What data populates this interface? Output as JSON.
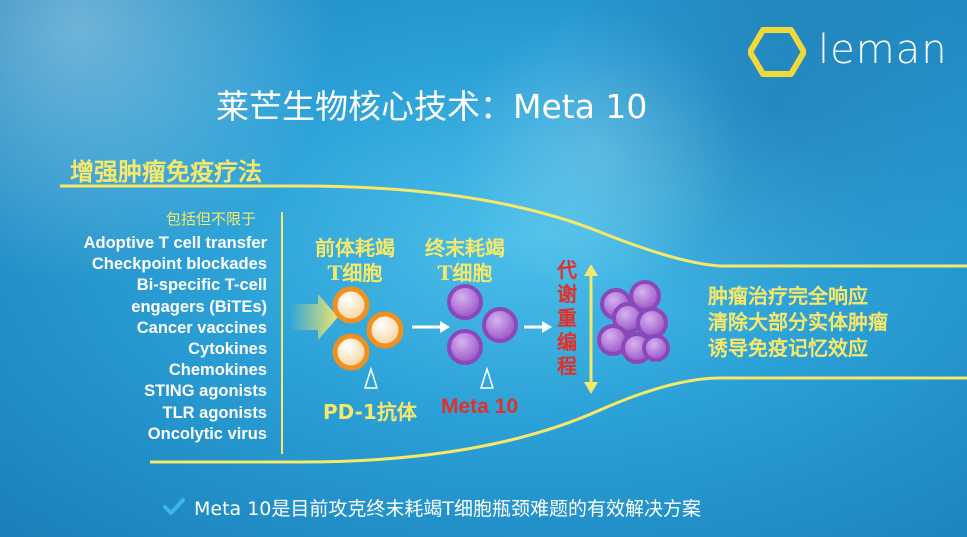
{
  "slide": {
    "title": "莱芒生物核心技术：Meta 10",
    "logo_text": "leman"
  },
  "left_panel": {
    "heading": "增强肿瘤免疫疗法",
    "subheading": "包括但不限于",
    "items": [
      "Adoptive T cell transfer",
      "Checkpoint blockades",
      "Bi-specific T-cell",
      "engagers (BiTEs)",
      "Cancer vaccines",
      "Cytokines",
      "Chemokines",
      "STING agonists",
      "TLR agonists",
      "Oncolytic virus"
    ]
  },
  "diagram": {
    "precursor_label_line1": "前体耗竭",
    "precursor_label_line2": "T细胞",
    "terminal_label_line1": "终末耗竭",
    "terminal_label_line2": "T细胞",
    "pd1_label": "PD-1抗体",
    "meta10_label": "Meta 10",
    "reprogram_label": "代谢重编程",
    "colors": {
      "orange_cell": "#f0901e",
      "purple_cell": "#9a56c8",
      "yellow_line": "#f5e86a",
      "red_label": "#e0302a"
    }
  },
  "outcomes": [
    "肿瘤治疗完全响应",
    "清除大部分实体肿瘤",
    "诱导免疫记忆效应"
  ],
  "footer": {
    "icon": "check-icon",
    "text": "Meta 10是目前攻克终末耗竭T细胞瓶颈难题的有效解决方案"
  }
}
